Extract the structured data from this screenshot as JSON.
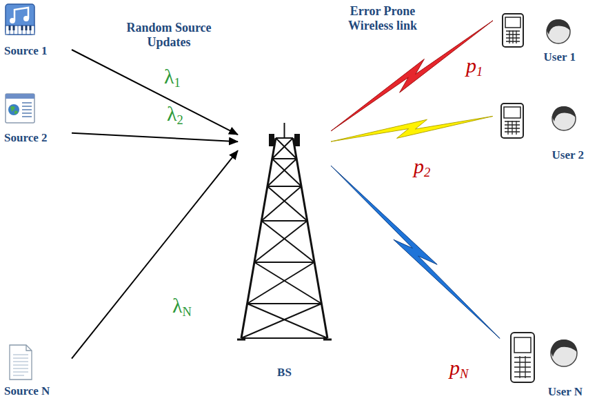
{
  "diagram": {
    "nodes": [
      {
        "text": [
          "Source 1"
        ]
      },
      {
        "text": [
          "Source 2"
        ]
      },
      {
        "text": [
          "Source N"
        ]
      },
      {
        "text": [
          "BS"
        ]
      },
      {
        "text": [
          "User 1"
        ]
      },
      {
        "text": [
          "User 2"
        ]
      },
      {
        "text": [
          "User N"
        ]
      }
    ],
    "edges": [
      {
        "from": 0,
        "to": 3,
        "arrow": "to",
        "label": "λ1"
      },
      {
        "from": 1,
        "to": 3,
        "arrow": "to",
        "label": "λ2"
      },
      {
        "from": 2,
        "to": 3,
        "arrow": "to",
        "label": "λN"
      },
      {
        "from": 3,
        "to": 4,
        "arrow": "none",
        "label": "p1"
      },
      {
        "from": 3,
        "to": 5,
        "arrow": "none",
        "label": "p2"
      },
      {
        "from": 3,
        "to": 6,
        "arrow": "none",
        "label": "pN"
      }
    ],
    "labels": [
      "Random Source Updates",
      "Error Prone Wireless link"
    ]
  }
}
